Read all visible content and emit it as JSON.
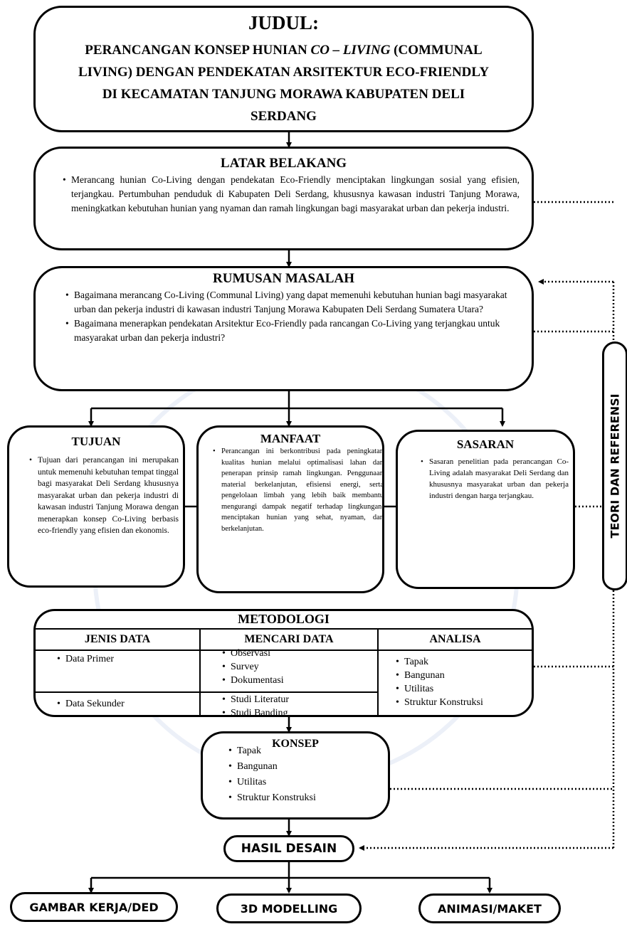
{
  "title": {
    "heading": "JUDUL:",
    "line1_a": "PERANCANGAN KONSEP HUNIAN ",
    "line1_italic": "CO – LIVING",
    "line1_b": " (COMMUNAL",
    "line2": "LIVING) DENGAN PENDEKATAN ARSITEKTUR ECO-FRIENDLY",
    "line3": "DI KECAMATAN TANJUNG MORAWA KABUPATEN DELI",
    "line4": "SERDANG"
  },
  "latar_belakang": {
    "heading": "LATAR BELAKANG",
    "text": "Merancang hunian Co-Living dengan pendekatan Eco-Friendly menciptakan lingkungan sosial yang efisien, terjangkau. Pertumbuhan penduduk di Kabupaten Deli Serdang, khususnya kawasan industri Tanjung Morawa, meningkatkan kebutuhan hunian yang nyaman dan ramah lingkungan bagi masyarakat urban dan pekerja industri."
  },
  "rumusan_masalah": {
    "heading": "RUMUSAN MASALAH",
    "items": [
      "Bagaimana merancang Co-Living (Communal Living) yang dapat memenuhi kebutuhan hunian bagi masyarakat urban dan pekerja industri di kawasan industri Tanjung Morawa Kabupaten Deli Serdang Sumatera Utara?",
      "Bagaimana menerapkan pendekatan Arsitektur Eco-Friendly pada rancangan Co-Living yang terjangkau untuk masyarakat urban dan pekerja industri?"
    ]
  },
  "tujuan": {
    "heading": "TUJUAN",
    "text": "Tujuan dari perancangan ini merupakan untuk memenuhi kebutuhan tempat tinggal bagi masyarakat Deli Serdang khususnya masyarakat urban dan pekerja industri di kawasan industri Tanjung Morawa dengan menerapkan konsep Co-Living berbasis eco-friendly yang efisien dan ekonomis."
  },
  "manfaat": {
    "heading": "MANFAAT",
    "text": "Perancangan ini berkontribusi pada peningkatan kualitas hunian melalui optimalisasi lahan dan penerapan prinsip ramah lingkungan. Penggunaan material berkelanjutan, efisiensi energi, serta pengelolaan limbah yang lebih baik membantu mengurangi dampak negatif terhadap lingkungan, menciptakan hunian yang sehat, nyaman, dan berkelanjutan."
  },
  "sasaran": {
    "heading": "SASARAN",
    "text": "Sasaran penelitian pada perancangan Co-Living adalah masyarakat Deli Serdang dan khususnya masyarakat urban dan pekerja industri dengan harga terjangkau."
  },
  "metodologi": {
    "heading": "METODOLOGI",
    "col_headers": [
      "JENIS DATA",
      "MENCARI DATA",
      "ANALISA"
    ],
    "jenis_data": [
      "Data Primer",
      "Data Sekunder"
    ],
    "mencari_primer": [
      "Observasi",
      "Survey",
      "Dokumentasi"
    ],
    "mencari_sekunder": [
      "Studi Literatur",
      "Studi Banding"
    ],
    "analisa": [
      "Tapak",
      "Bangunan",
      "Utilitas",
      "Struktur Konstruksi"
    ]
  },
  "konsep": {
    "heading": "KONSEP",
    "items": [
      "Tapak",
      "Bangunan",
      "Utilitas",
      "Struktur Konstruksi"
    ]
  },
  "teori": "TEORI DAN REFERENSI",
  "hasil_desain": "HASIL DESAIN",
  "outputs": [
    "GAMBAR KERJA/DED",
    "3D MODELLING",
    "ANIMASI/MAKET"
  ]
}
